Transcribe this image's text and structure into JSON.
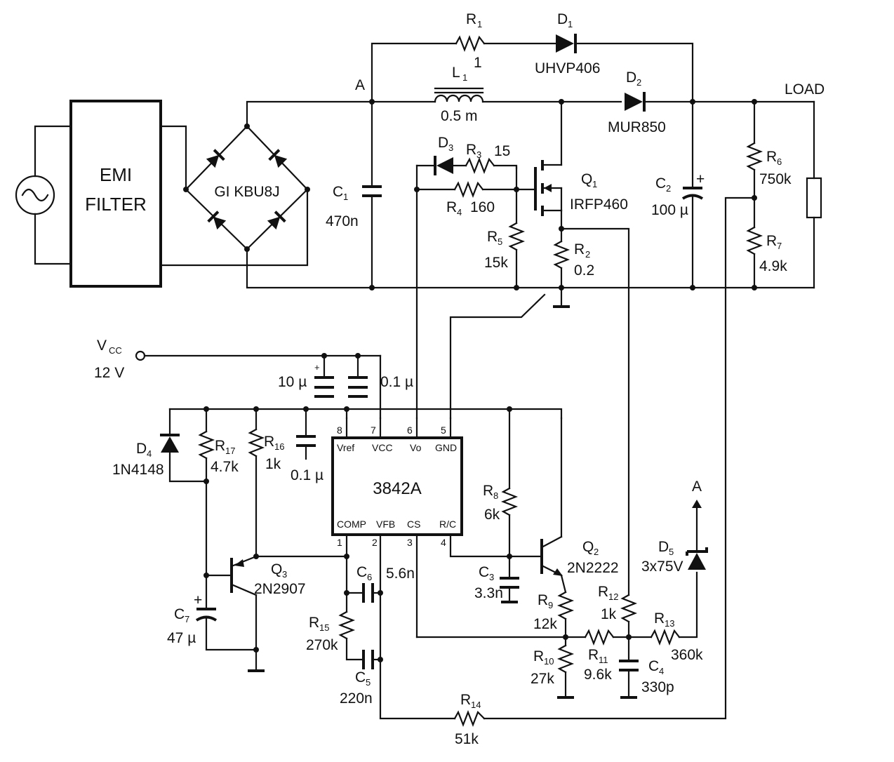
{
  "emi": {
    "line1": "EMI",
    "line2": "FILTER"
  },
  "bridge": {
    "name": "GI KBU8J"
  },
  "node_a": {
    "label": "A"
  },
  "r1": {
    "ref": "R",
    "sub": "1",
    "value": "1"
  },
  "d1": {
    "ref": "D",
    "sub": "1",
    "value": "UHVP406"
  },
  "l1": {
    "ref": "L",
    "sub": "1",
    "value": "0.5 m"
  },
  "d2": {
    "ref": "D",
    "sub": "2",
    "value": "MUR850"
  },
  "load": {
    "label": "LOAD"
  },
  "c1": {
    "ref": "C",
    "sub": "1",
    "value": "470n"
  },
  "d3": {
    "ref": "D",
    "sub": "3"
  },
  "r3": {
    "ref": "R",
    "sub": "3",
    "value": "15"
  },
  "r4": {
    "ref": "R",
    "sub": "4",
    "value": "160"
  },
  "q1": {
    "ref": "Q",
    "sub": "1",
    "value": "IRFP460"
  },
  "r5": {
    "ref": "R",
    "sub": "5",
    "value": "15k"
  },
  "r2": {
    "ref": "R",
    "sub": "2",
    "value": "0.2"
  },
  "c2": {
    "ref": "C",
    "sub": "2",
    "value": "100 µ",
    "polarity": "+"
  },
  "r6": {
    "ref": "R",
    "sub": "6",
    "value": "750k"
  },
  "r7": {
    "ref": "R",
    "sub": "7",
    "value": "4.9k"
  },
  "vcc": {
    "ref": "V",
    "sub": "CC",
    "value": "12 V"
  },
  "cap_10u": {
    "value": "10 µ",
    "polarity": "+"
  },
  "cap_01u_top": {
    "value": "0.1 µ"
  },
  "cap_01u_left": {
    "value": "0.1 µ"
  },
  "d4": {
    "ref": "D",
    "sub": "4",
    "value": "1N4148"
  },
  "r17": {
    "ref": "R",
    "sub": "17",
    "value": "4.7k"
  },
  "r16": {
    "ref": "R",
    "sub": "16",
    "value": "1k"
  },
  "ic": {
    "name": "3842A",
    "pins_top": [
      {
        "num": "8",
        "name": "Vref"
      },
      {
        "num": "7",
        "name": "VCC"
      },
      {
        "num": "6",
        "name": "Vo"
      },
      {
        "num": "5",
        "name": "GND"
      }
    ],
    "pins_bottom": [
      {
        "num": "1",
        "name": "COMP"
      },
      {
        "num": "2",
        "name": "VFB"
      },
      {
        "num": "3",
        "name": "CS"
      },
      {
        "num": "4",
        "name": "R/C"
      }
    ]
  },
  "r8": {
    "ref": "R",
    "sub": "8",
    "value": "6k"
  },
  "c3": {
    "ref": "C",
    "sub": "3",
    "value": "3.3n"
  },
  "q2": {
    "ref": "Q",
    "sub": "2",
    "value": "2N2222"
  },
  "d5": {
    "ref": "D",
    "sub": "5",
    "value": "3x75V"
  },
  "node_a2": {
    "label": "A"
  },
  "q3": {
    "ref": "Q",
    "sub": "3",
    "value": "2N2907"
  },
  "c7": {
    "ref": "C",
    "sub": "7",
    "value": "47 µ",
    "polarity": "+"
  },
  "c6": {
    "ref": "C",
    "sub": "6",
    "value": "5.6n"
  },
  "r15": {
    "ref": "R",
    "sub": "15",
    "value": "270k"
  },
  "c5": {
    "ref": "C",
    "sub": "5",
    "value": "220n"
  },
  "r9": {
    "ref": "R",
    "sub": "9",
    "value": "12k"
  },
  "r12": {
    "ref": "R",
    "sub": "12",
    "value": "1k"
  },
  "r13": {
    "ref": "R",
    "sub": "13",
    "value": "360k"
  },
  "r10": {
    "ref": "R",
    "sub": "10",
    "value": "27k"
  },
  "r11": {
    "ref": "R",
    "sub": "11",
    "value": "9.6k"
  },
  "c4": {
    "ref": "C",
    "sub": "4",
    "value": "330p"
  },
  "r14": {
    "ref": "R",
    "sub": "14",
    "value": "51k"
  },
  "colors": {
    "ink": "#111111",
    "paper": "#ffffff"
  }
}
